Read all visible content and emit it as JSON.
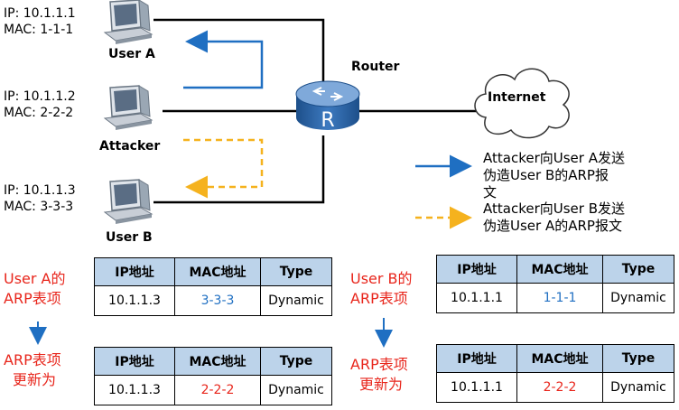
{
  "hosts": [
    {
      "name": "User A",
      "ip": "IP: 10.1.1.1",
      "mac": "MAC: 1-1-1"
    },
    {
      "name": "Attacker",
      "ip": "IP: 10.1.1.2",
      "mac": "MAC: 2-2-2"
    },
    {
      "name": "User B",
      "ip": "IP: 10.1.1.3",
      "mac": "MAC: 3-3-3"
    }
  ],
  "router": {
    "label": "Router",
    "glyph": "R"
  },
  "internet": {
    "label": "Internet"
  },
  "legend": [
    {
      "line1": "Attacker向User A发送",
      "line2": "伪造User B的ARP报",
      "line3": "文",
      "color": "#1f6fc2",
      "style": "solid"
    },
    {
      "line1": "Attacker向User B发送",
      "line2": "伪造User A的ARP报文",
      "color": "#f5b21e",
      "style": "dashed"
    }
  ],
  "tables": {
    "headers": [
      "IP地址",
      "MAC地址",
      "Type"
    ],
    "user_a": {
      "label_line1": "User A的",
      "label_line2": "ARP表项",
      "before": [
        "10.1.1.3",
        "3-3-3",
        "Dynamic"
      ],
      "update_line1": "ARP表项",
      "update_line2": "更新为",
      "after": [
        "10.1.1.3",
        "2-2-2",
        "Dynamic"
      ]
    },
    "user_b": {
      "label_line1": "User B的",
      "label_line2": "ARP表项",
      "before": [
        "10.1.1.1",
        "1-1-1",
        "Dynamic"
      ],
      "update_line1": "ARP表项",
      "update_line2": "更新为",
      "after": [
        "10.1.1.1",
        "2-2-2",
        "Dynamic"
      ]
    }
  },
  "colors": {
    "blue": "#1f6fc2",
    "orange": "#f5b21e",
    "red": "#e8261c",
    "table_header": "#bcd3ea"
  }
}
